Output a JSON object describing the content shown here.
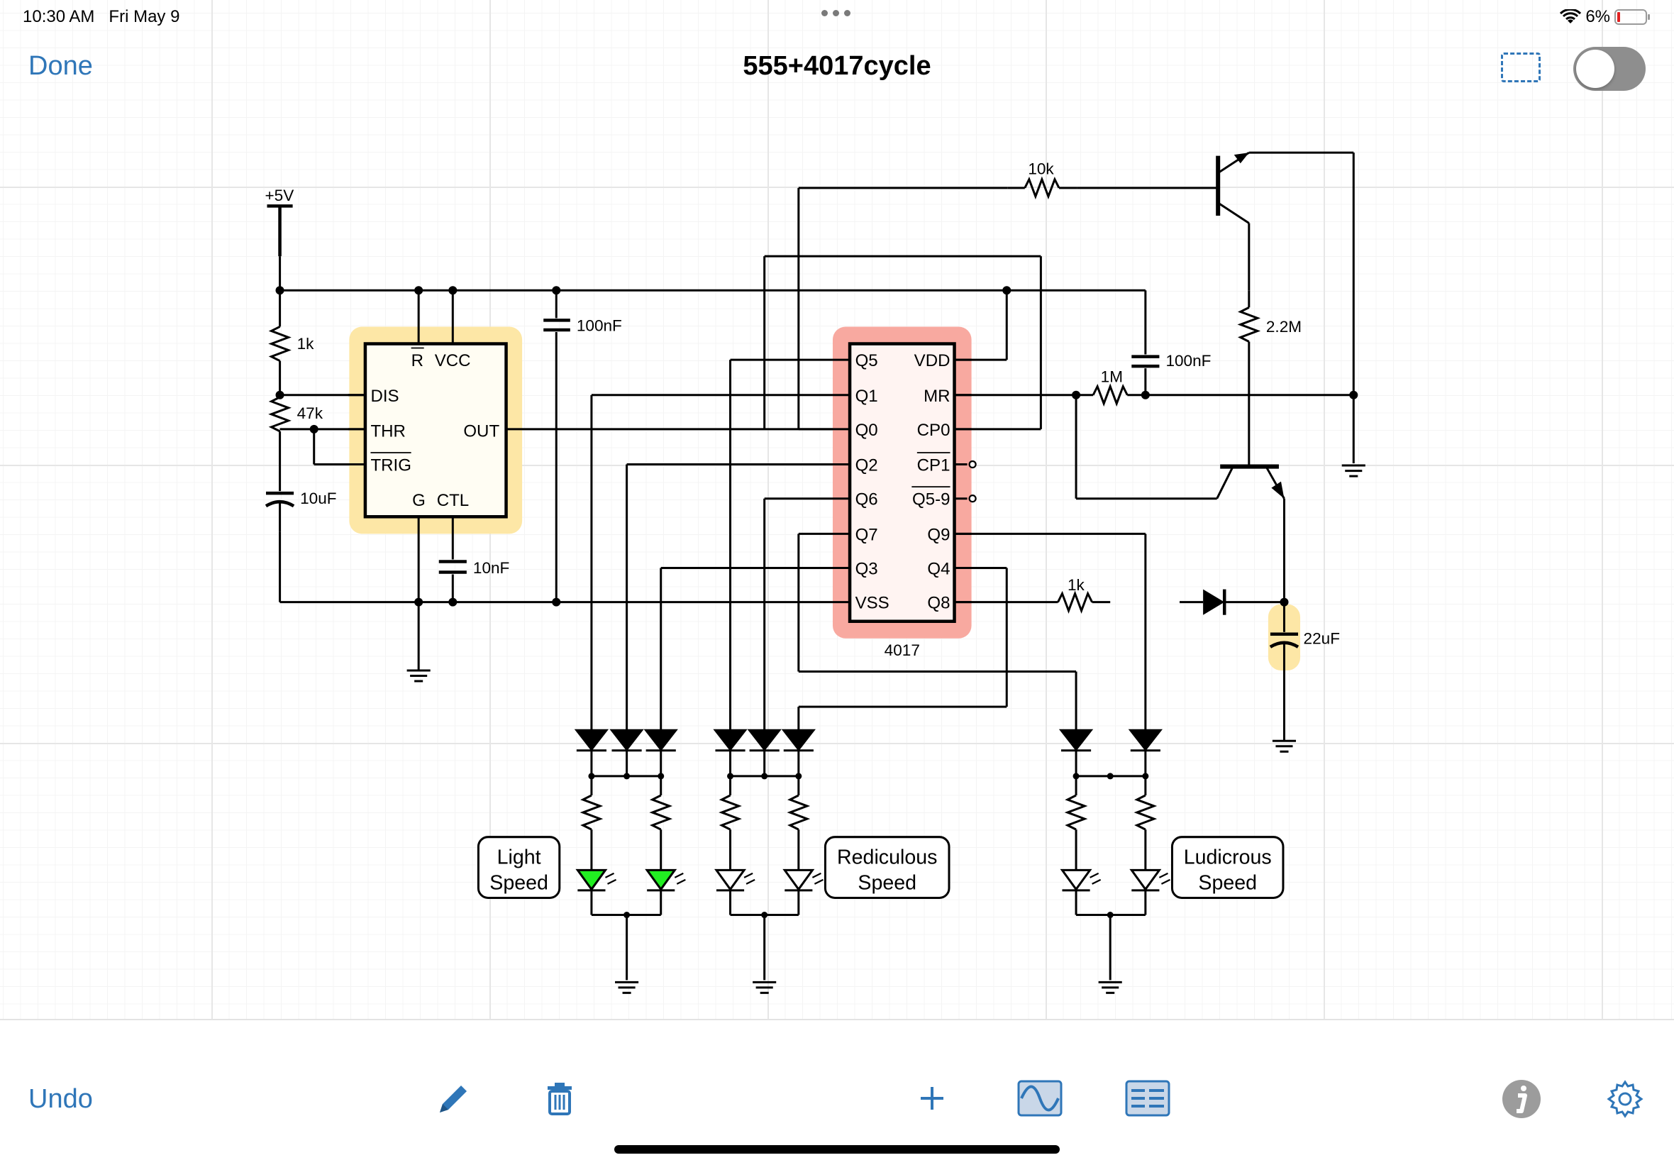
{
  "status_bar": {
    "time": "10:30 AM",
    "date": "Fri May 9",
    "battery": "6%"
  },
  "header": {
    "done_label": "Done",
    "title": "555+4017cycle"
  },
  "toolbar": {
    "undo_label": "Undo",
    "icons": [
      "pencil-icon",
      "trash-icon",
      "plus-icon",
      "waveform-icon",
      "list-icon",
      "info-icon",
      "gear-icon"
    ]
  },
  "colors": {
    "accent": "#2f76b8",
    "ic_555_highlight": "#fde7a6",
    "ic_4017_highlight": "#f8a9a0",
    "led_green": "#22ee22",
    "cap_22uF_highlight": "#fde7a6"
  },
  "schematic": {
    "supply": "+5V",
    "ic_555": {
      "pins_left": [
        "DIS",
        "THR",
        "TRIG"
      ],
      "pin_r": "R",
      "pin_vcc": "VCC",
      "pin_out": "OUT",
      "pin_g": "G",
      "pin_ctl": "CTL"
    },
    "ic_4017": {
      "name": "4017",
      "pins_left": [
        "Q5",
        "Q1",
        "Q0",
        "Q2",
        "Q6",
        "Q7",
        "Q3",
        "VSS"
      ],
      "pins_right": [
        "VDD",
        "MR",
        "CP0",
        "CP1",
        "Q5-9",
        "Q9",
        "Q4",
        "Q8"
      ]
    },
    "components": {
      "r_1k_top": "1k",
      "pot_47k": "47k",
      "c_10uF": "10uF",
      "c_100nF_a": "100nF",
      "c_10nF": "10nF",
      "r_10k": "10k",
      "r_2_2M": "2.2M",
      "c_100nF_b": "100nF",
      "r_1M": "1M",
      "r_1k_q8": "1k",
      "c_22uF": "22uF"
    },
    "labels": {
      "light_1": "Light",
      "light_2": "Speed",
      "redic_1": "Rediculous",
      "redic_2": "Speed",
      "ludi_1": "Ludicrous",
      "ludi_2": "Speed"
    }
  }
}
